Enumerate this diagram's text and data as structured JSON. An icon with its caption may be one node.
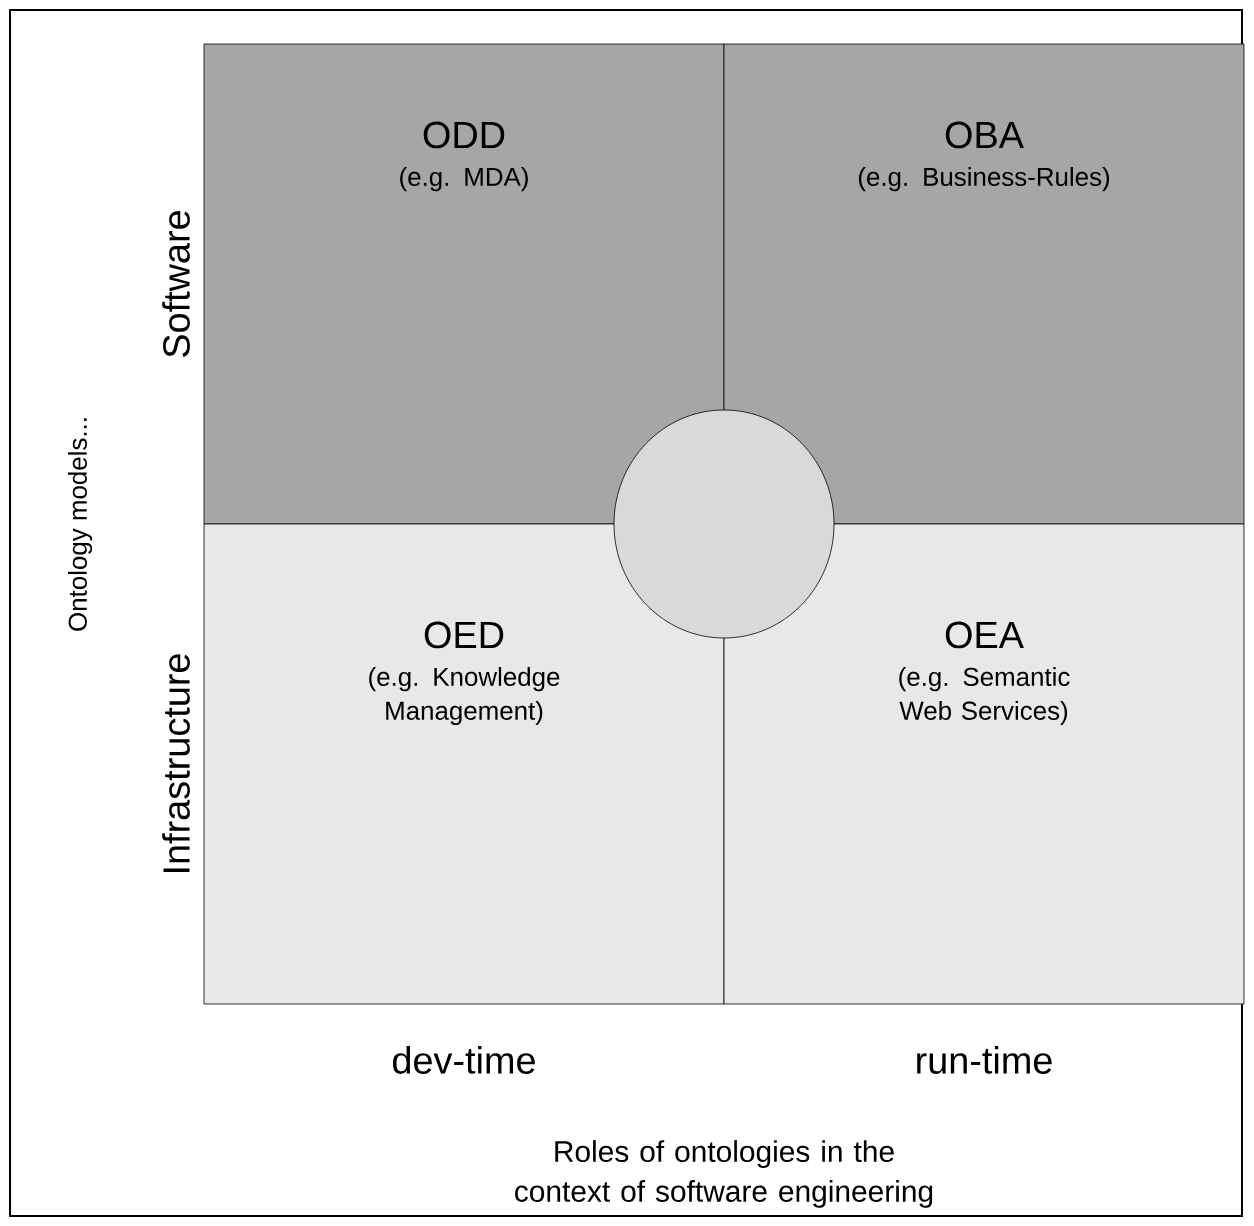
{
  "diagram": {
    "caption": "Roles of ontologies in the context of software engineering",
    "nodes": [
      {
        "text": [
          "ODD",
          "(e.g. MDA)"
        ]
      },
      {
        "text": [
          "OBA",
          "(e.g. Business-Rules)"
        ]
      },
      {
        "text": [],
        "shape": "circle"
      },
      {
        "text": [
          "OED",
          "(e.g. Knowledge Management)"
        ]
      },
      {
        "text": [
          "OEA",
          "(e.g. Semantic Web Services)"
        ]
      }
    ],
    "labels": [
      "Ontology models...",
      "Software",
      "Infrastructure",
      "dev-time",
      "run-time"
    ]
  }
}
